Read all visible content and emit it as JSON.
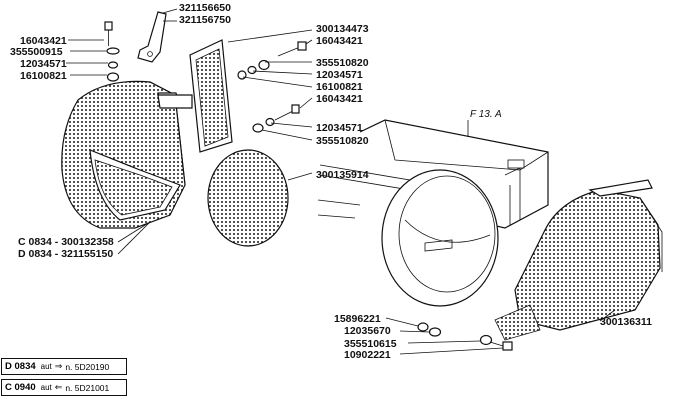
{
  "figure_ref": "F 13. A",
  "labels": {
    "l1": "16043421",
    "l2": "355500915",
    "l3": "12034571",
    "l4": "16100821",
    "l5": "321156650",
    "l6": "321156750",
    "l7": "300134473",
    "l8": "16043421",
    "l9": "355510820",
    "l10": "12034571",
    "l11": "16100821",
    "l12": "16043421",
    "l13": "12034571",
    "l14": "355510820",
    "l15": "300135914",
    "l16": "C 0834 - 300132358",
    "l17": "D 0834 - 321155150",
    "l18": "15896221",
    "l19": "12035670",
    "l20": "355510615",
    "l21": "10902221",
    "l22": "300136311"
  },
  "notes": [
    {
      "code": "D 0834",
      "aut": "aut",
      "arrow": "⇒",
      "ref": "n. 5D20190"
    },
    {
      "code": "C 0940",
      "aut": "aut",
      "arrow": "⇐",
      "ref": "n. 5D21001"
    }
  ]
}
